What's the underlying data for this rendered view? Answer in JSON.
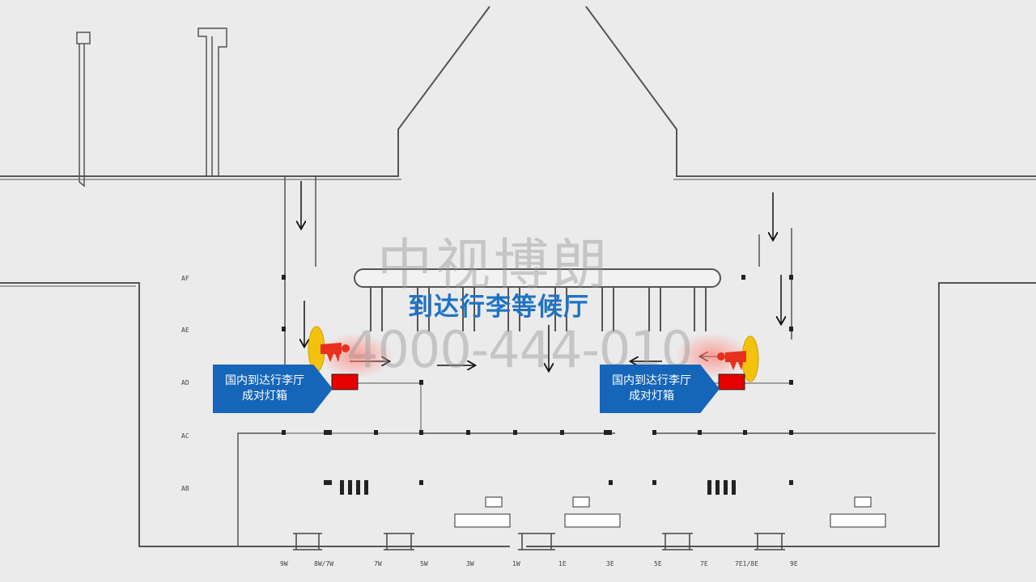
{
  "title": "到达行李等候厅",
  "watermark": {
    "company": "中视博朗",
    "phone": "4000-444-010"
  },
  "callouts": [
    {
      "line1": "国内到达行李厅",
      "line2": "成对灯箱"
    },
    {
      "line1": "国内到达行李厅",
      "line2": "成对灯箱"
    }
  ],
  "row_labels": [
    "AF",
    "AE",
    "AD",
    "AC",
    "AB"
  ],
  "gate_labels": [
    "9W",
    "8W/7W",
    "7W",
    "5W",
    "3W",
    "1W",
    "1E",
    "3E",
    "5E",
    "7E",
    "7E1/8E",
    "9E"
  ],
  "colors": {
    "callout": "#1565b8",
    "title": "#1f73c4",
    "lightbox": "#e60000",
    "figure": "#e8301e",
    "spotlight": "#f2c20d"
  }
}
